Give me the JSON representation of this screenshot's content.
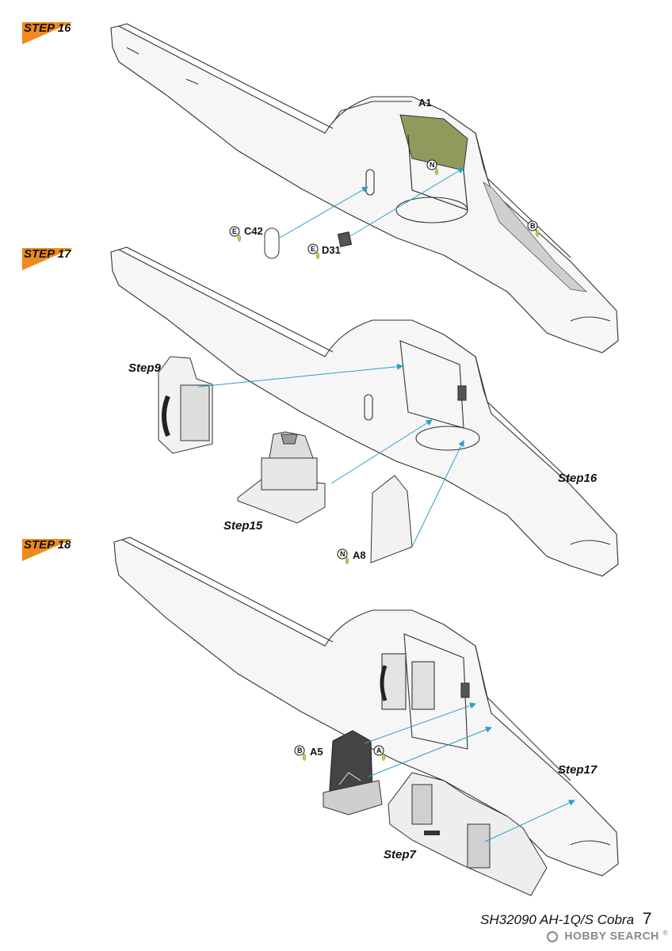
{
  "steps": [
    {
      "badge": "STEP 16",
      "callouts": [
        {
          "part": "A1",
          "paint": ""
        },
        {
          "part": "",
          "paint": "N"
        },
        {
          "part": "",
          "paint": "B"
        },
        {
          "part": "C42",
          "paint": "E"
        },
        {
          "part": "D31",
          "paint": "E"
        }
      ]
    },
    {
      "badge": "STEP 17",
      "refs": [
        "Step9",
        "Step15",
        "Step16"
      ],
      "callouts": [
        {
          "part": "A8",
          "paint": "N"
        }
      ]
    },
    {
      "badge": "STEP 18",
      "refs": [
        "Step17",
        "Step7"
      ],
      "callouts": [
        {
          "part": "A5",
          "paint": "B"
        },
        {
          "part": "",
          "paint": "A"
        }
      ]
    }
  ],
  "footer": {
    "model": "SH32090 AH-1Q/S Cobra",
    "page": "7"
  },
  "watermark": {
    "text": "HOBBY SEARCH",
    "mark": "®"
  },
  "colors": {
    "badge": "#f08a1c",
    "arrow": "#2aa0c8",
    "paint_drop": "#c9d21f",
    "cockpit_fill": "#8f9a5c"
  }
}
